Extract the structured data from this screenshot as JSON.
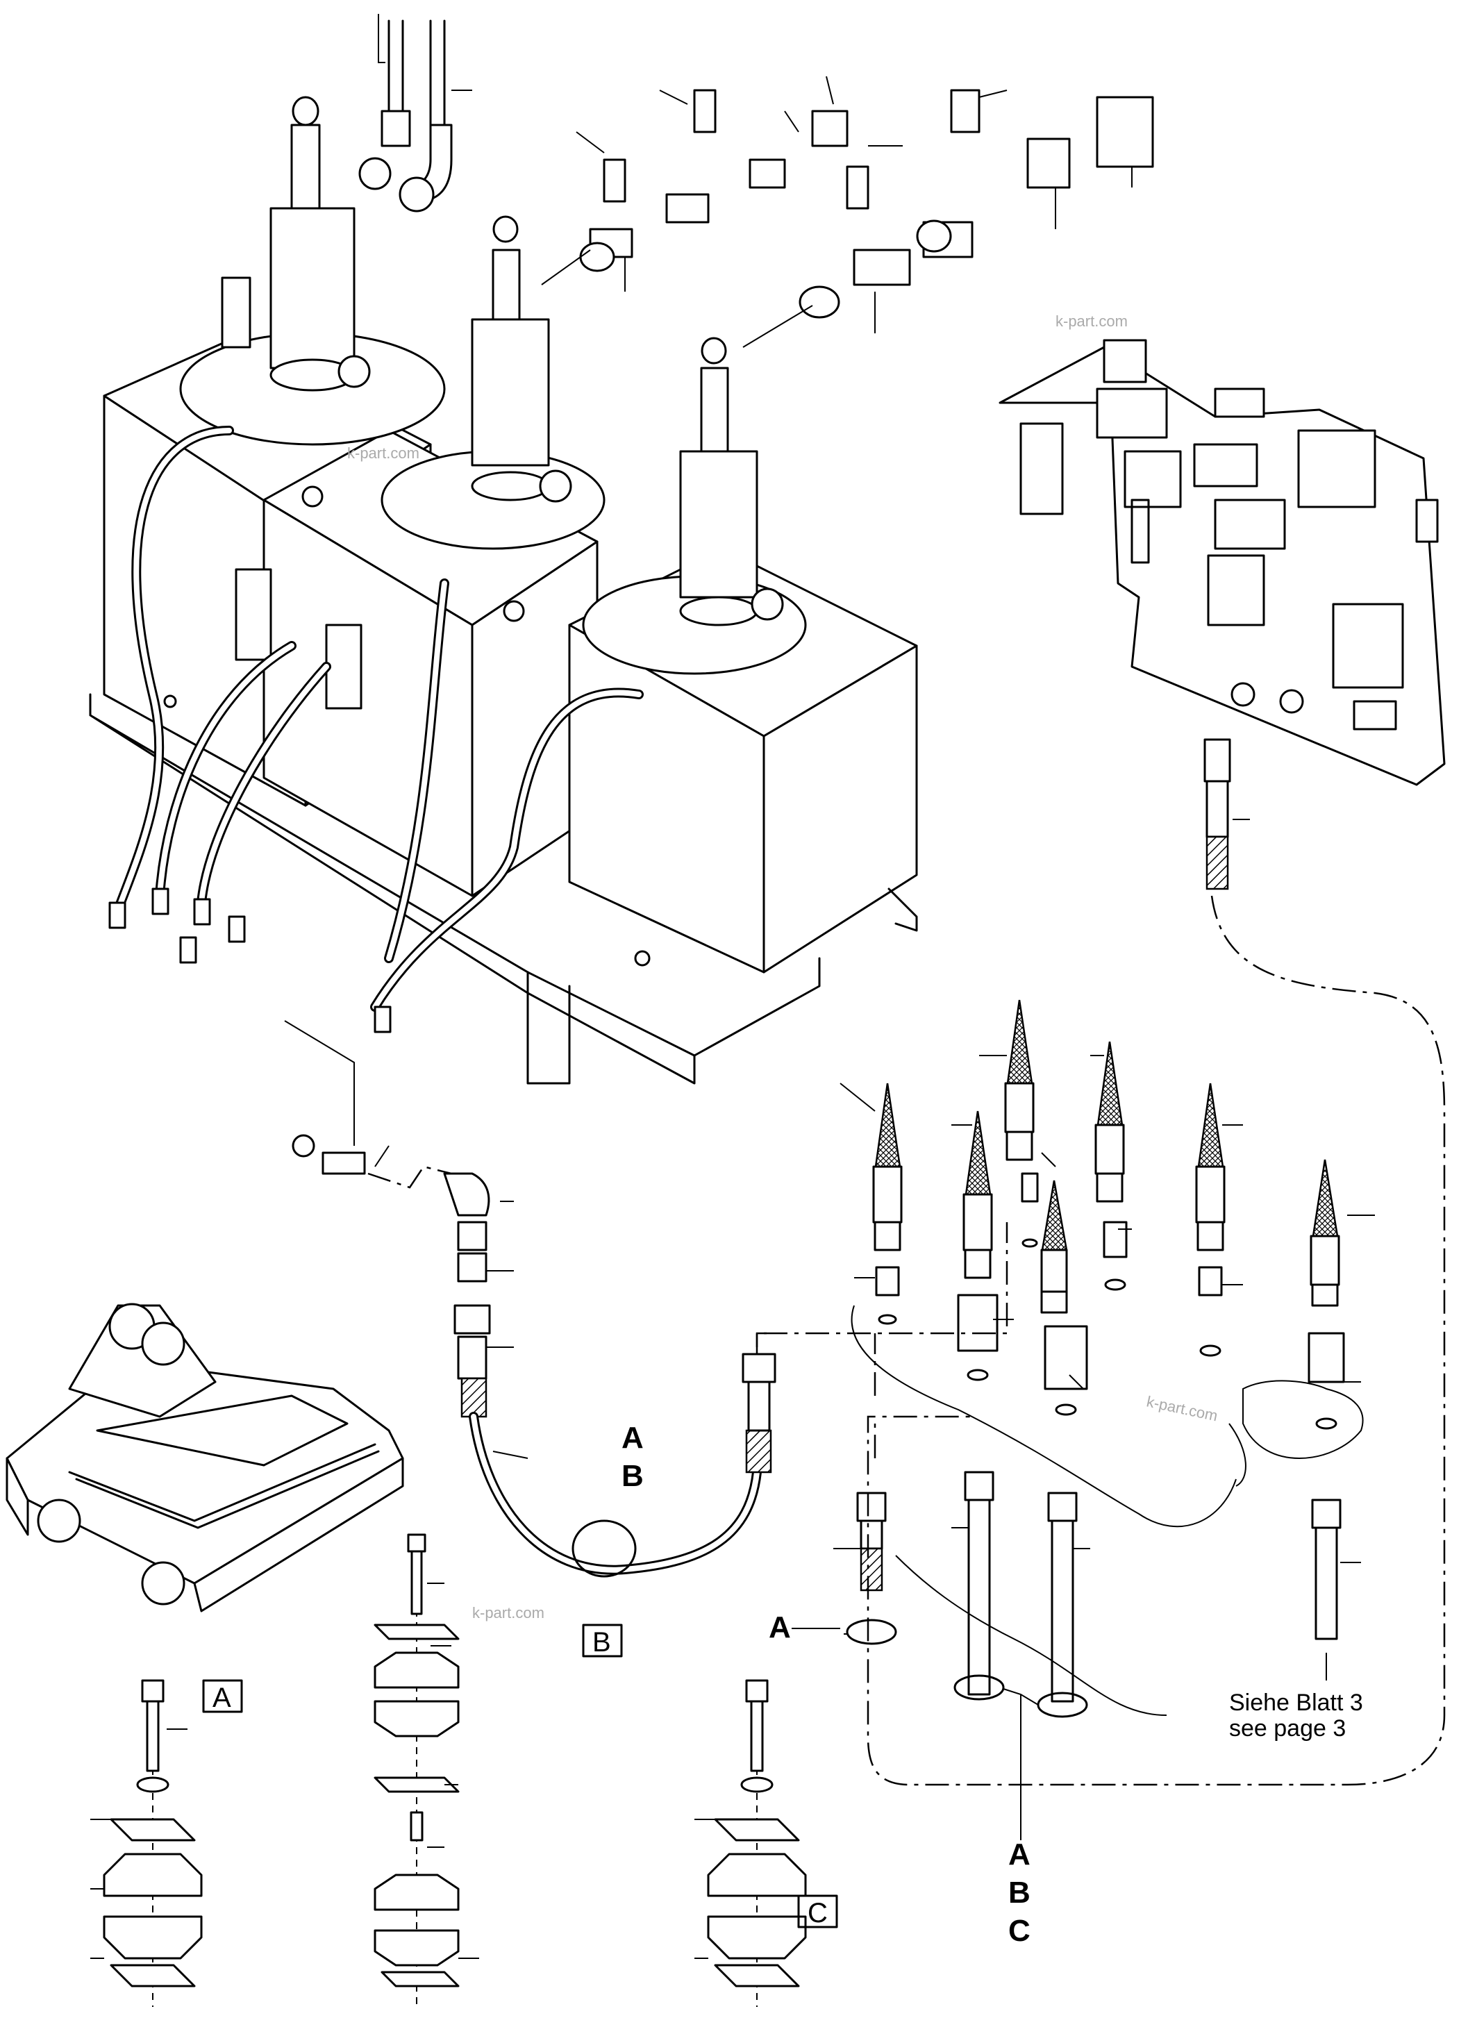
{
  "diagram": {
    "callouts": {
      "hose_a": "A",
      "hose_b": "B",
      "box_a": "A",
      "box_b": "B",
      "box_c": "C",
      "ring_a": "A",
      "group_a": "A",
      "group_b": "B",
      "group_c": "C"
    },
    "note": {
      "line1": "Siehe Blatt 3",
      "line2": "see page 3"
    },
    "watermarks": [
      "k-part.com",
      "k-part.com",
      "k-part.com",
      "k-part.com"
    ]
  }
}
